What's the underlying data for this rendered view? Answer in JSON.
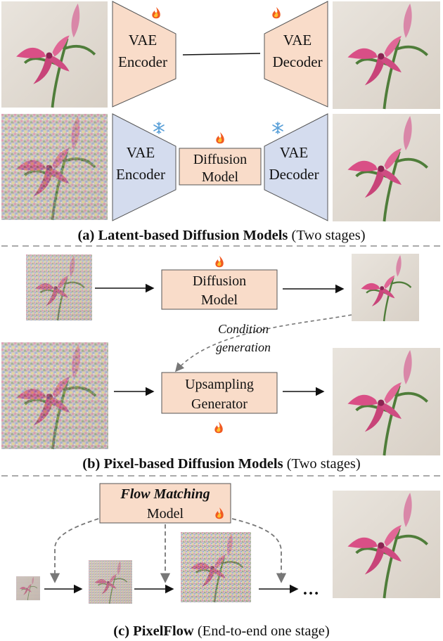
{
  "section_a": {
    "vae_encoder_top": [
      "VAE",
      "Encoder"
    ],
    "vae_decoder_top": [
      "VAE",
      "Decoder"
    ],
    "vae_encoder_bottom": [
      "VAE",
      "Encoder"
    ],
    "diffusion_model": [
      "Diffusion",
      "Model"
    ],
    "vae_decoder_bottom": [
      "VAE",
      "Decoder"
    ],
    "caption_bold": "(a) Latent-based Diffusion Models",
    "caption_normal": " (Two stages)"
  },
  "section_b": {
    "diffusion_model": [
      "Diffusion",
      "Model"
    ],
    "condition_label": [
      "Condition",
      "generation"
    ],
    "upsampling_generator": [
      "Upsampling",
      "Generator"
    ],
    "caption_bold": "(b) Pixel-based Diffusion Models",
    "caption_normal": " (Two stages)"
  },
  "section_c": {
    "flow_matching_title": "Flow Matching",
    "flow_matching_model": "Model",
    "ellipsis": "…",
    "caption_bold": "(c) PixelFlow",
    "caption_normal": " (End-to-end one stage)"
  },
  "icons": {
    "trainable": "fire-icon",
    "frozen": "snowflake-icon"
  },
  "colors": {
    "trainable_fill": "#f9dcc9",
    "frozen_fill": "#d4dcee",
    "box_stroke": "#444444",
    "divider": "#aaaaaa",
    "arrow": "#111111",
    "dashed_arrow": "#777777"
  }
}
